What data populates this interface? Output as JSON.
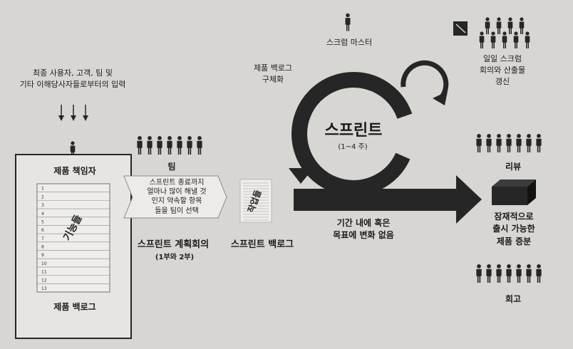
{
  "input_text": "최종 사용자, 고객, 팀 및\n기타 이해당사자들로부터의 입력",
  "product_owner": "제품 책임자",
  "product_backlog": "제품 백로그",
  "backlog_vertical": "기능들",
  "backlog_rows": [
    "1",
    "2",
    "3",
    "4",
    "5",
    "6",
    "7",
    "8",
    "9",
    "10",
    "11",
    "12",
    "13"
  ],
  "team": "팀",
  "planning_text": "스프린트 종료까지\n얼마나 많이 해낼 것\n인지 약속할 항목\n들을 팀이 선택",
  "sprint_planning": "스프린트 계획회의",
  "sprint_planning_sub": "(1부와 2부)",
  "tasks_vertical": "작업들",
  "sprint_backlog": "스프린트 백로그",
  "backlog_refinement": "제품 백로그\n구체화",
  "scrum_master": "스크럼 마스터",
  "sprint_title": "스프린트",
  "sprint_duration": "(1~4 주)",
  "daily_scrum": "일일 스크럼\n회의와 산출물\n갱신",
  "no_change": "기간 내에 혹은\n목표에 변화 없음",
  "review": "리뷰",
  "increment": "잠재적으로\n출시 가능한\n제품 증분",
  "retrospective": "회고",
  "colors": {
    "ink": "#262626",
    "page": "#d8d6d3",
    "paper": "#e9e8e5"
  }
}
